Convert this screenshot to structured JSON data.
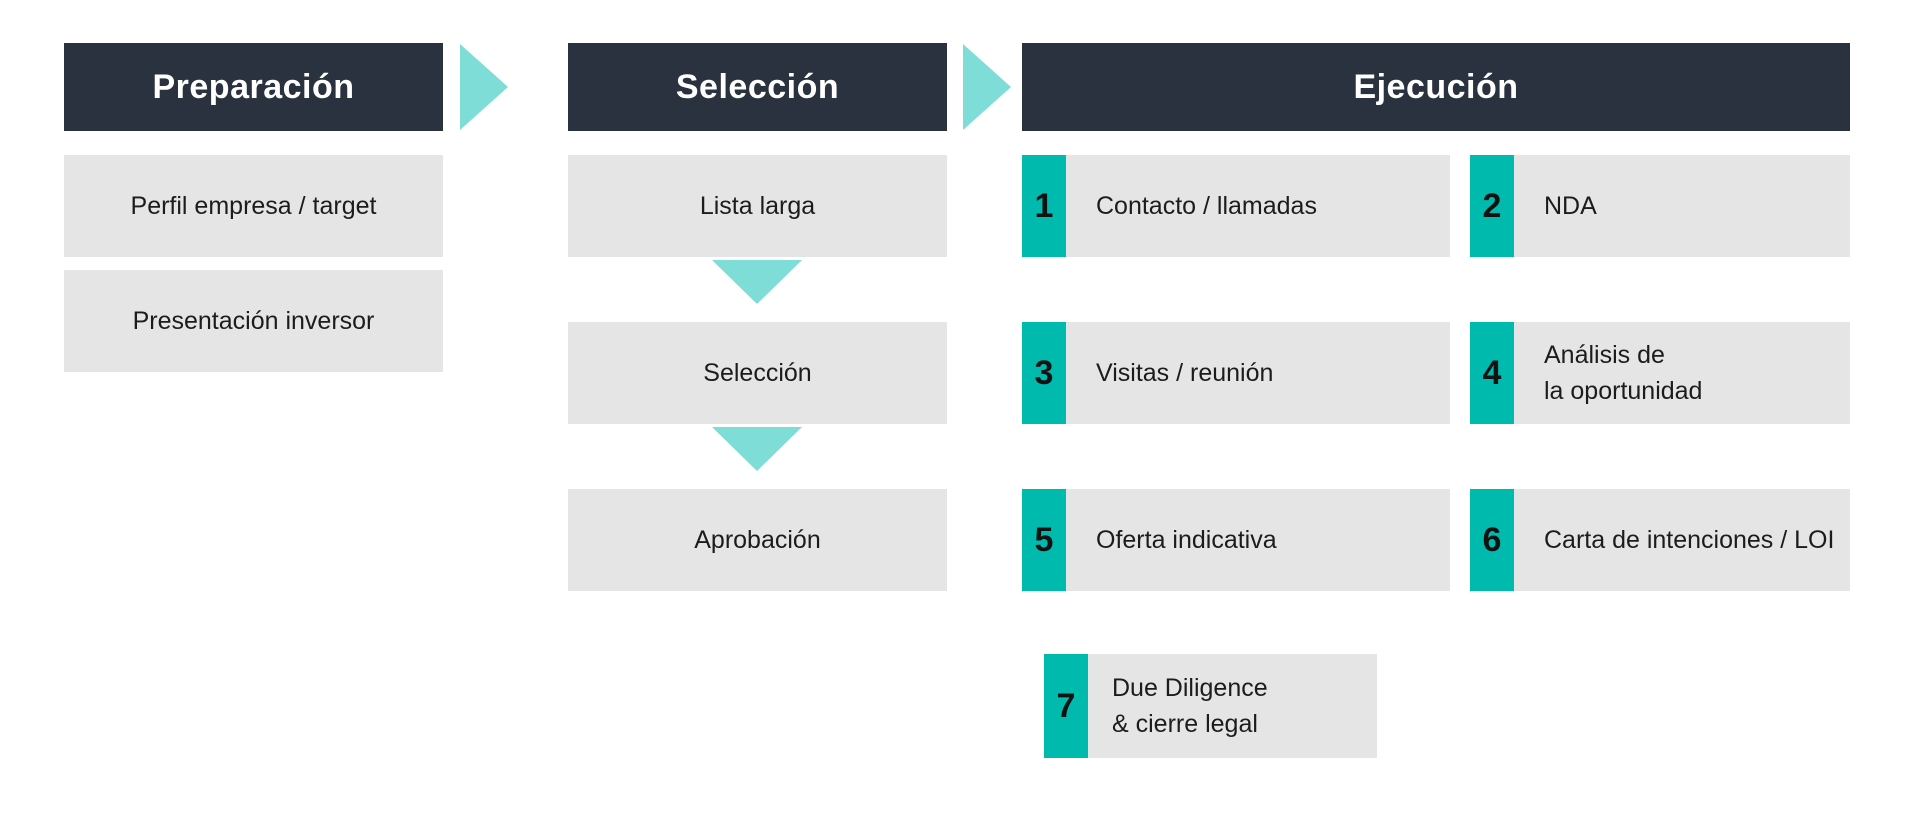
{
  "colors": {
    "dark_header": "#2B323F",
    "teal": "#00BAAE",
    "teal_light": "#7EDDD6",
    "box_gray": "#E5E5E5",
    "header_text": "#FFFFFF",
    "body_text": "#1C1C1C",
    "page_bg": "#FFFFFF"
  },
  "columns": [
    {
      "id": "preparacion",
      "header": "Preparación",
      "items": [
        "Perfil empresa / target",
        "Presentación inversor"
      ]
    },
    {
      "id": "seleccion",
      "header": "Selección",
      "items": [
        "Lista larga",
        "Selección",
        "Aprobación"
      ]
    },
    {
      "id": "ejecucion",
      "header": "Ejecución",
      "steps": [
        {
          "number": "1",
          "label": "Contacto / llamadas"
        },
        {
          "number": "2",
          "label": "NDA"
        },
        {
          "number": "3",
          "label": "Visitas / reunión"
        },
        {
          "number": "4",
          "label": "Análisis de\nla oportunidad"
        },
        {
          "number": "5",
          "label": "Oferta indicativa"
        },
        {
          "number": "6",
          "label": "Carta de intenciones / LOI"
        },
        {
          "number": "7",
          "label": "Due Diligence\n& cierre legal"
        }
      ]
    }
  ]
}
